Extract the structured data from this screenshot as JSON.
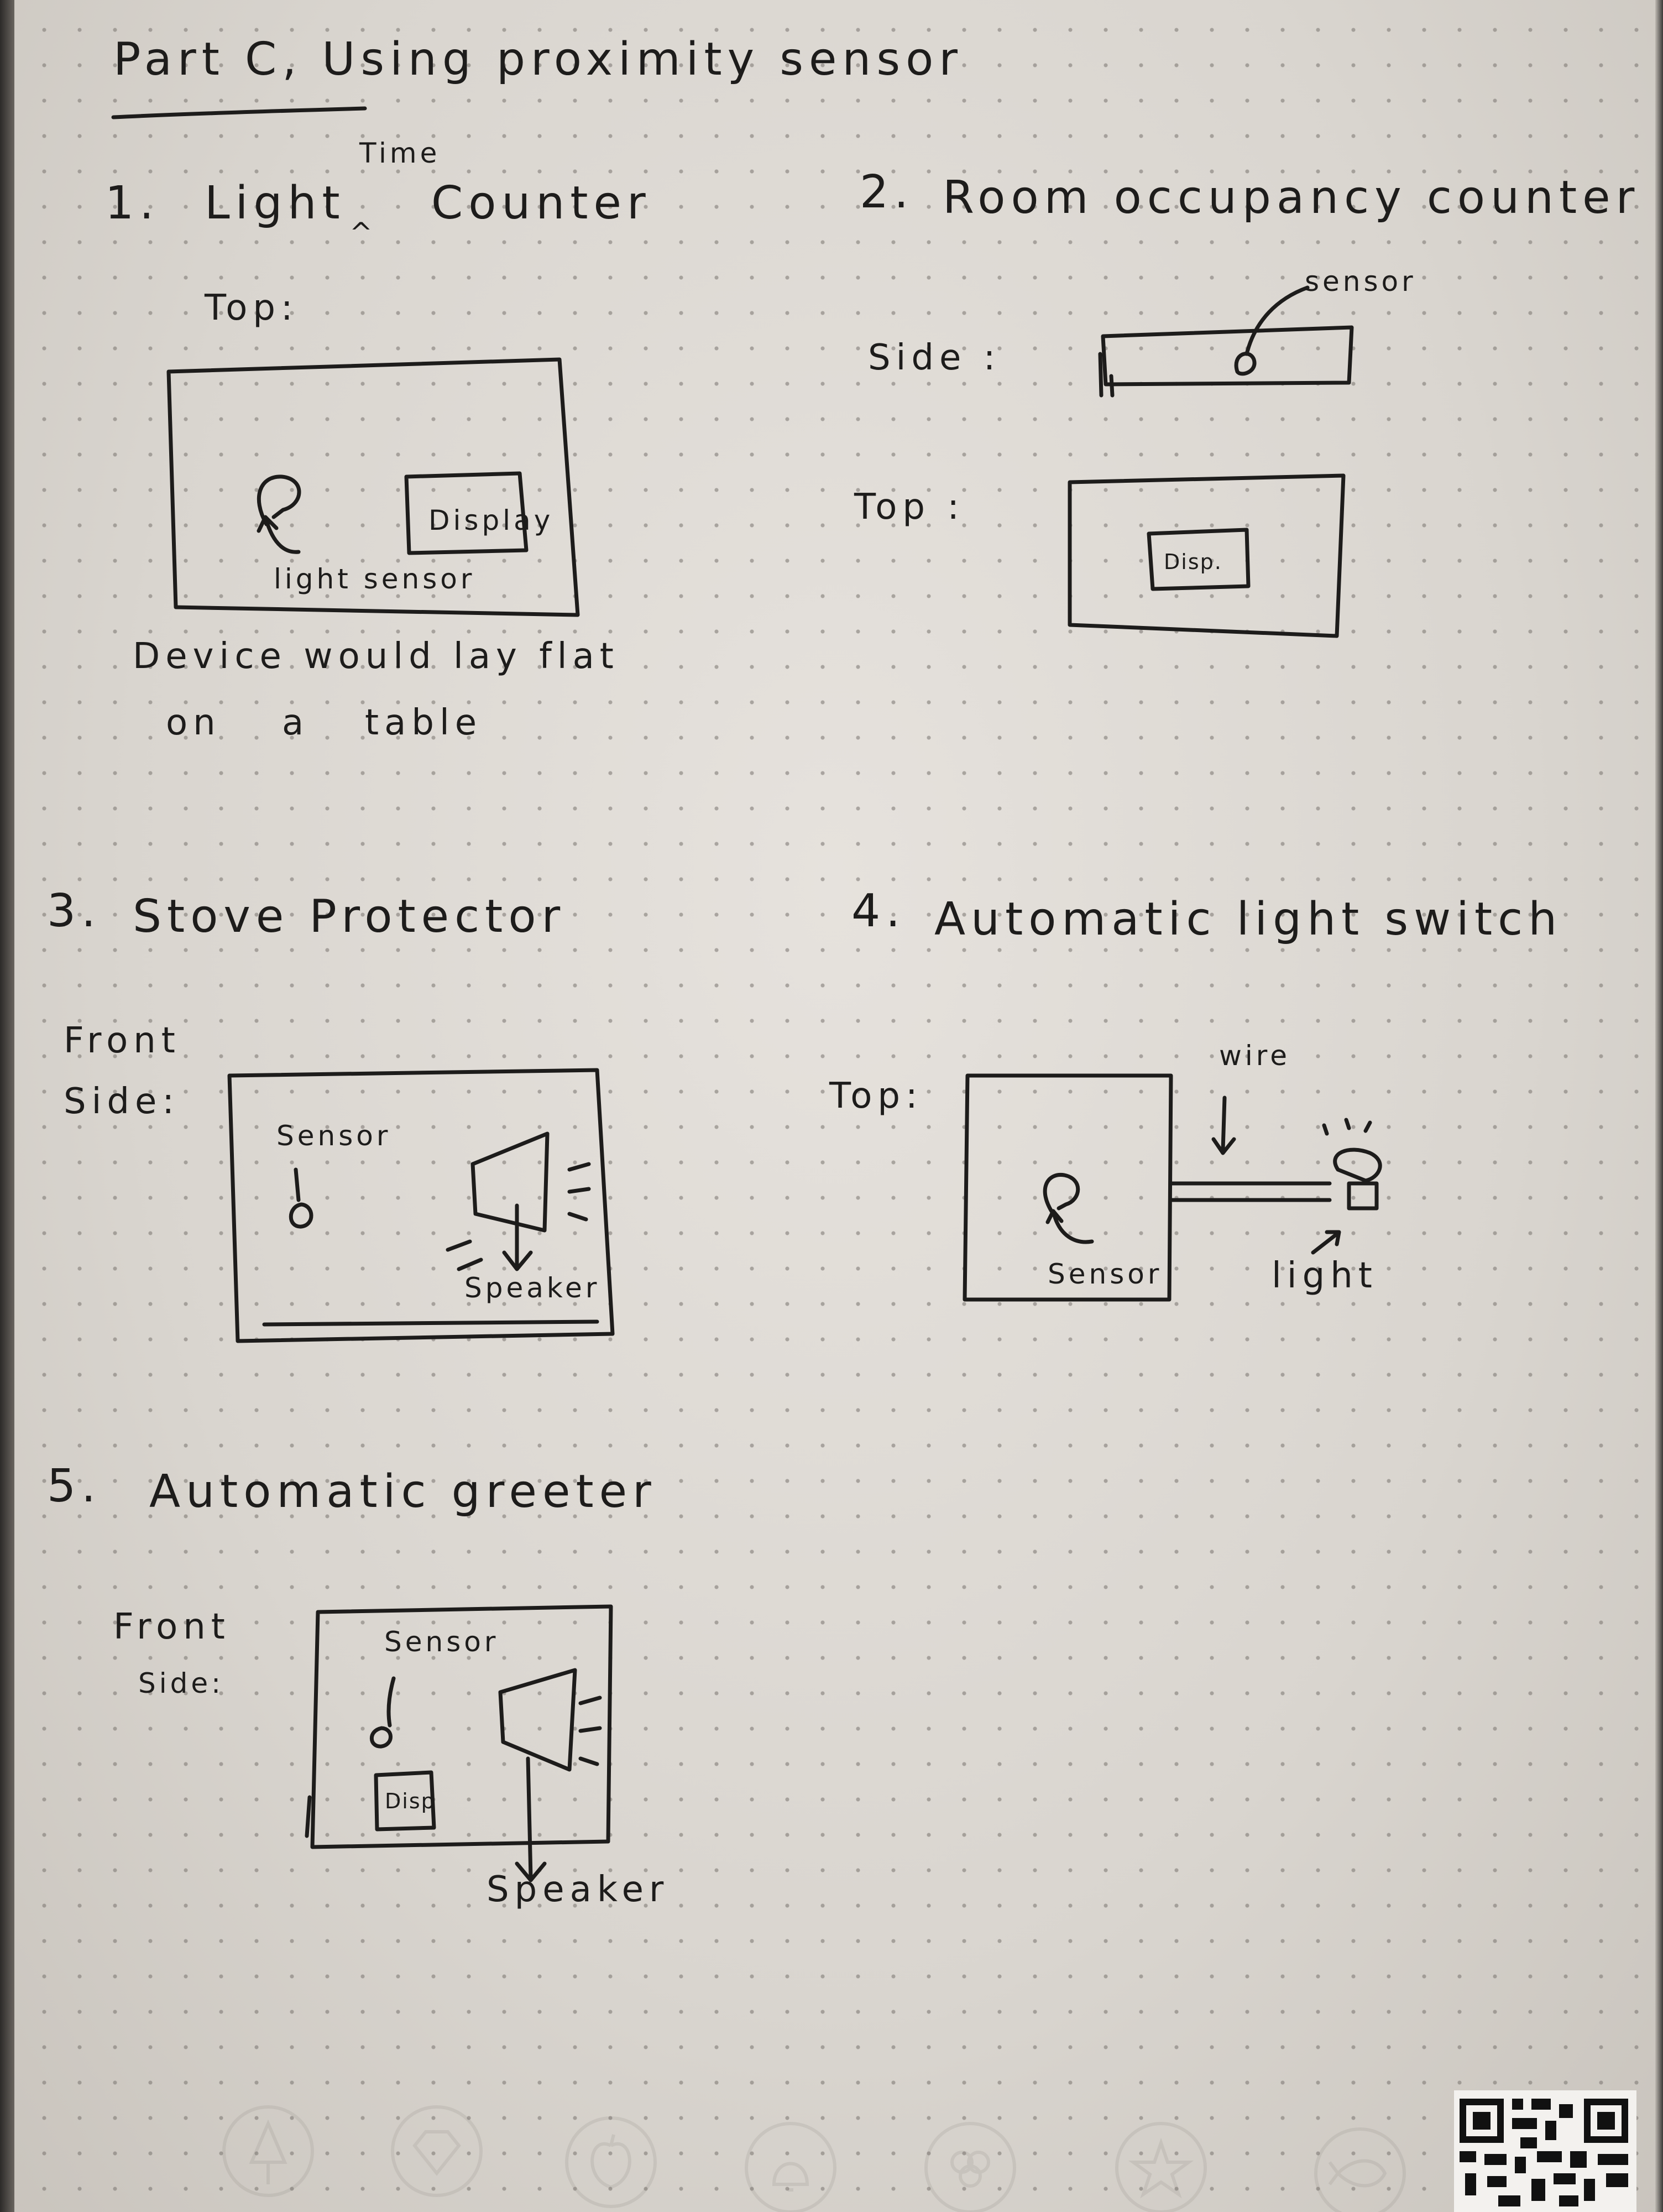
{
  "heading": {
    "text": "Part C, Using proximity sensor"
  },
  "sections": [
    {
      "number": "1.",
      "title_part1": "Light",
      "title_part2": "Counter",
      "insert_word": "Time",
      "caret": "^",
      "view_label": "Top:",
      "display_label": "Display",
      "sensor_label": "light sensor",
      "note_line1": "Device would lay flat",
      "note_line2_a": "on",
      "note_line2_b": "a",
      "note_line2_c": "table"
    },
    {
      "number": "2.",
      "title": "Room occupancy counter",
      "side_label": "Side :",
      "sensor_label": "sensor",
      "top_label": "Top :",
      "display_label": "Disp."
    },
    {
      "number": "3.",
      "title": "Stove Protector",
      "view_label_line1": "Front",
      "view_label_line2": "Side:",
      "sensor_label": "Sensor",
      "speaker_label": "Speaker"
    },
    {
      "number": "4.",
      "title": "Automatic light switch",
      "view_label": "Top:",
      "wire_label": "wire",
      "sensor_label": "Sensor",
      "light_label": "light"
    },
    {
      "number": "5.",
      "title": "Automatic greeter",
      "view_label_line1": "Front",
      "view_label_line2": "Side:",
      "sensor_label": "Sensor",
      "display_label": "Disp",
      "speaker_label": "Speaker"
    }
  ],
  "footer_icons": [
    "tree-icon",
    "gem-icon",
    "apple-icon",
    "bell-icon",
    "clover-icon",
    "star-icon",
    "fish-icon"
  ],
  "qr": {
    "name": "qr-code"
  }
}
